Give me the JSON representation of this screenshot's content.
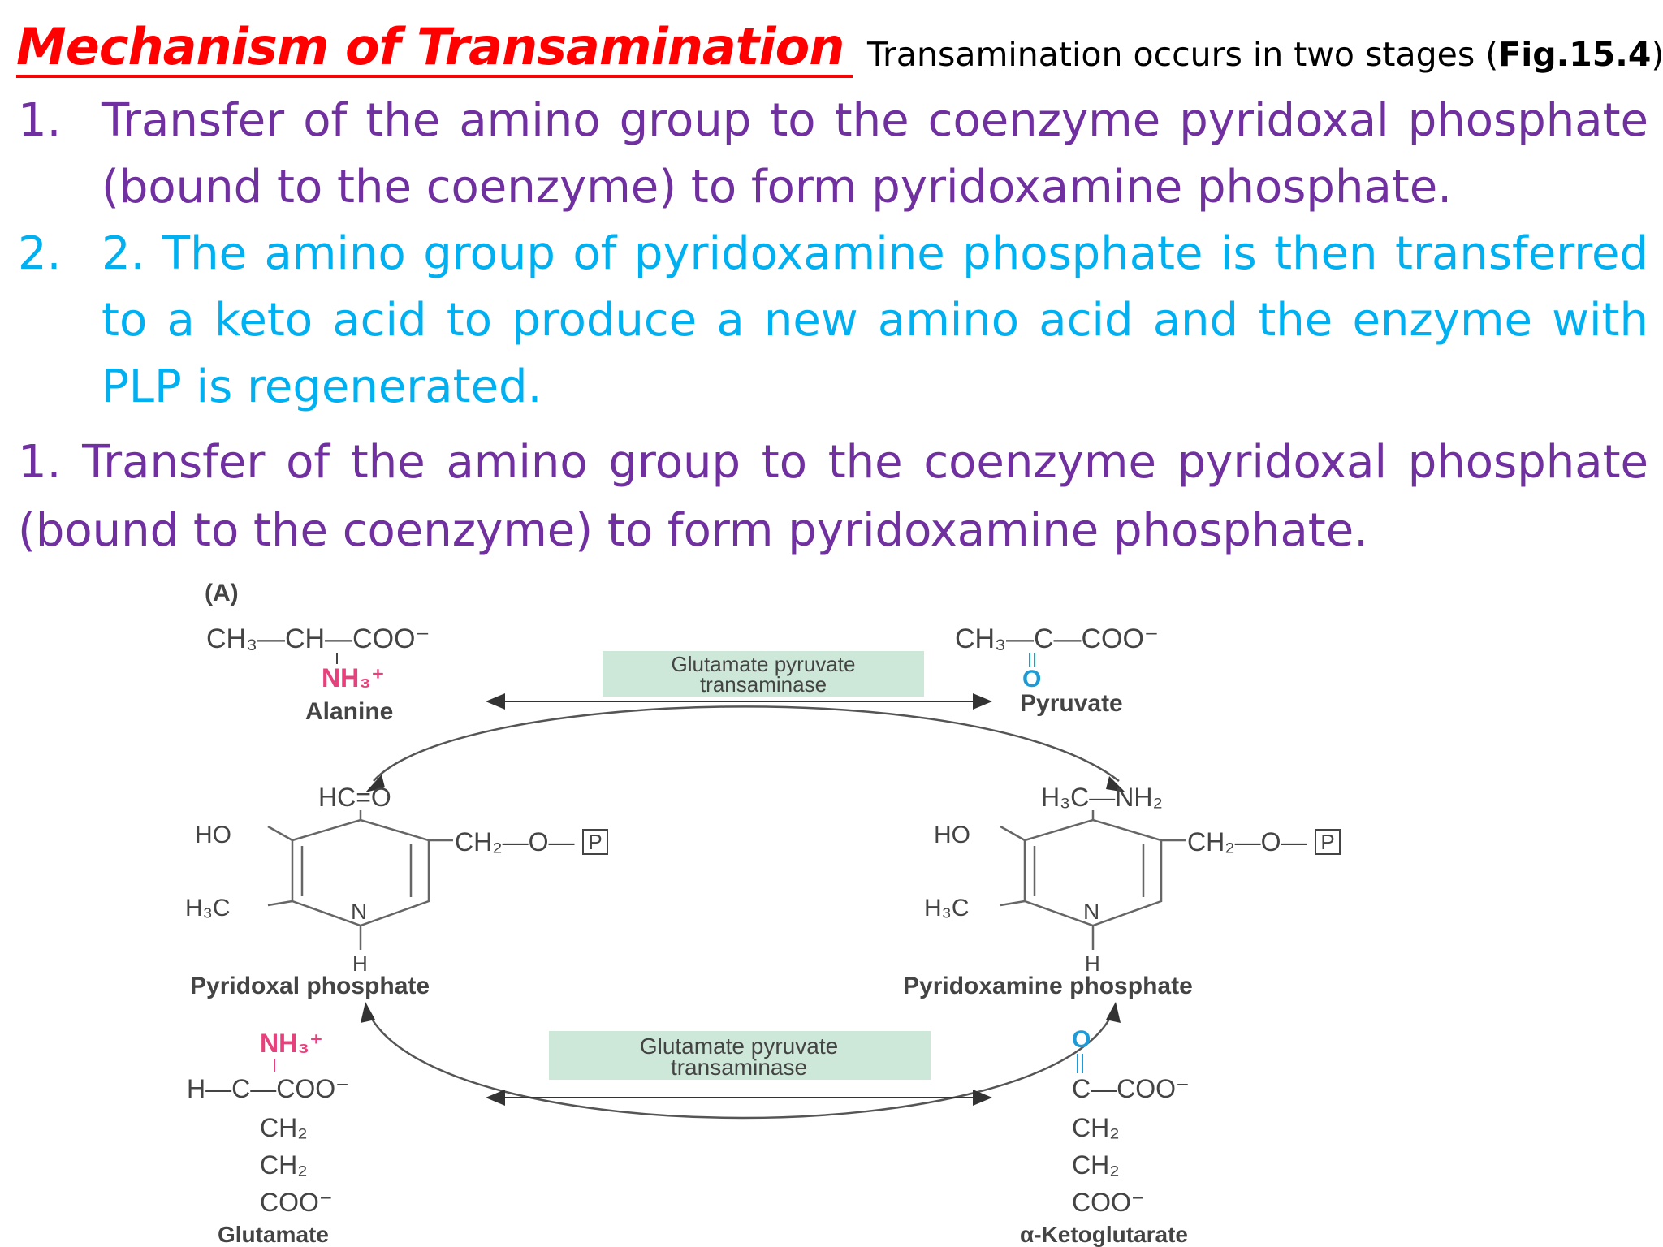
{
  "header": {
    "title": "Mechanism of Transamination",
    "note_prefix": "Transamination occurs in two stages (",
    "note_ref": "Fig.15.4",
    "note_suffix": ")"
  },
  "steps": [
    {
      "number": "1.",
      "text": "Transfer of the amino group to the coenzyme pyridoxal phosphate (bound to the coenzyme) to form pyridoxamine phosphate.",
      "color": "#7030a0"
    },
    {
      "number": "2.",
      "text": "2. The amino group of pyridoxamine phosphate is then transferred to a keto acid to produce a new amino acid and the enzyme with PLP is regenerated.",
      "color": "#00b0f0"
    }
  ],
  "paragraph": "1. Transfer of the amino group to the coenzyme pyridoxal phosphate (bound to the coenzyme) to form pyridoxamine phosphate.",
  "figure": {
    "panel_label": "(A)",
    "enzyme_label_line1": "Glutamate pyruvate",
    "enzyme_label_line2": "transaminase",
    "alanine": {
      "formula": "CH₃—CH—COO⁻",
      "group": "NH₃⁺",
      "name": "Alanine"
    },
    "pyruvate": {
      "formula": "CH₃—C—COO⁻",
      "group": "O",
      "name": "Pyruvate"
    },
    "plp": {
      "top_group": "HC=O",
      "name": "Pyridoxal phosphate"
    },
    "pmp": {
      "top_group": "H₃C—NH₂",
      "name": "Pyridoxamine phosphate"
    },
    "ring": {
      "ho": "HO",
      "h3c": "H₃C",
      "n": "N",
      "h": "H",
      "side_chain": "CH₂—O—",
      "phosphate": "P"
    },
    "glutamate": {
      "group": "NH₃⁺",
      "formula": "H—C—COO⁻",
      "ch2_a": "CH₂",
      "ch2_b": "CH₂",
      "coo": "COO⁻",
      "name": "Glutamate"
    },
    "ketoglutarate": {
      "group": "O",
      "formula": "C—COO⁻",
      "ch2_a": "CH₂",
      "ch2_b": "CH₂",
      "coo": "COO⁻",
      "name": "α-Ketoglutarate"
    },
    "colors": {
      "nitrogen": "#e8407c",
      "oxygen": "#1e9ad6",
      "enzyme_box": "#cde8d9",
      "text": "#444444"
    }
  }
}
